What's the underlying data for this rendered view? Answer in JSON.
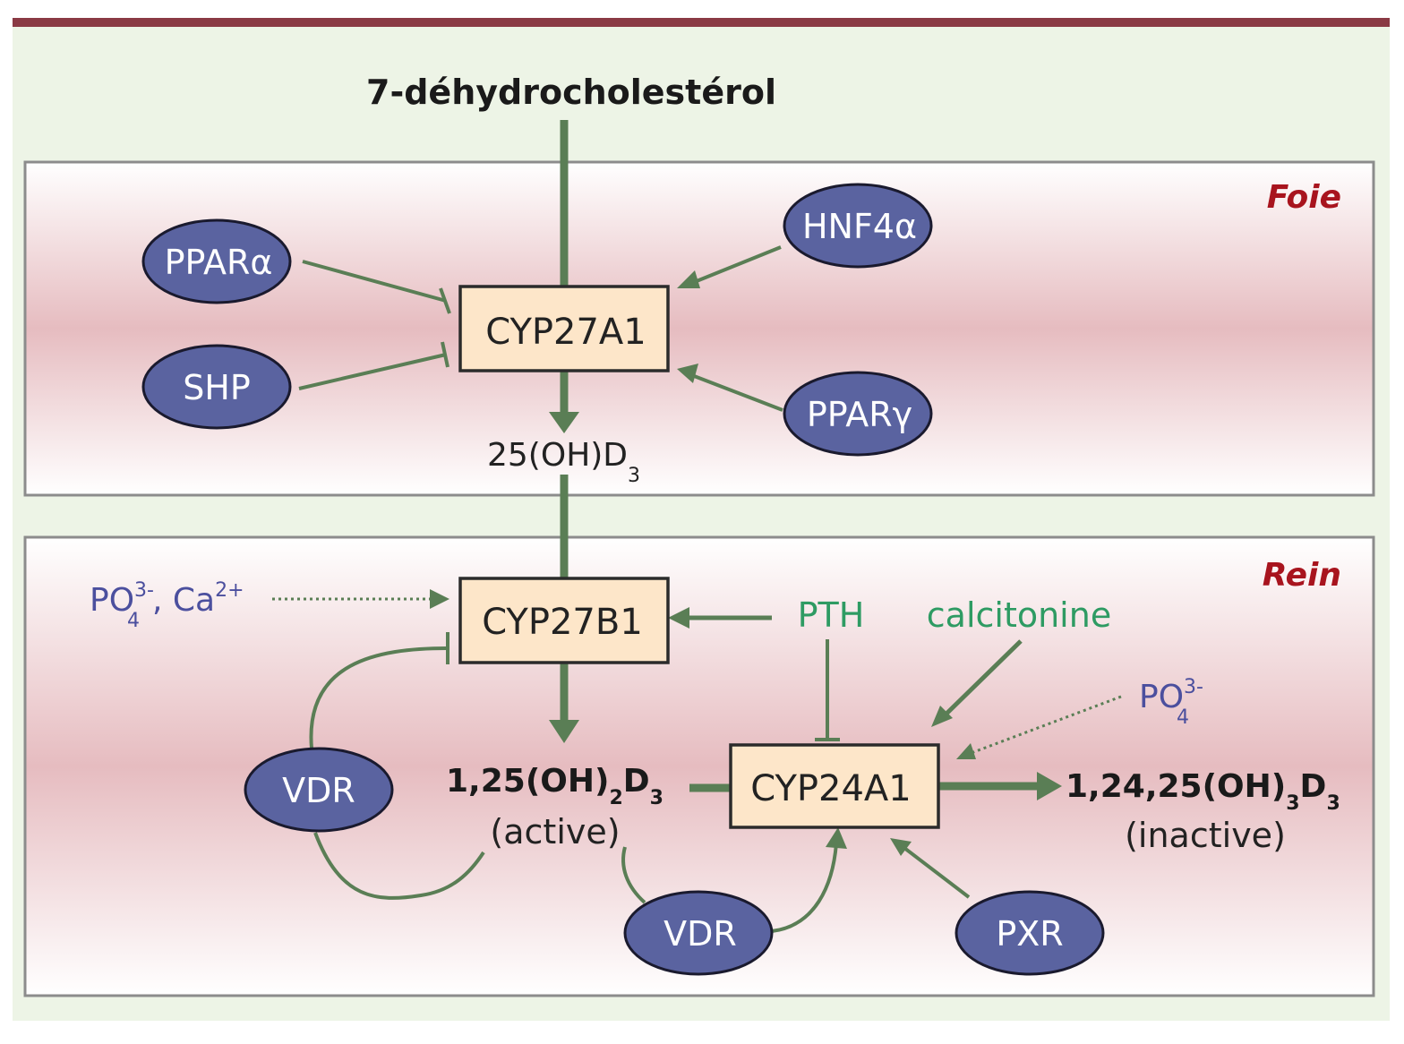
{
  "colors": {
    "background": "#edf4e6",
    "top_bar": "#8a3a44",
    "panel_band": "#e6bcc0",
    "panel_border": "#8c8c8c",
    "pathway": "#5a7e55",
    "regulator_fill": "#5a63a0",
    "regulator_text": "#ffffff",
    "enzyme_fill": "#fde6c9",
    "enzyme_border": "#2b2b2b",
    "region_label": "#a8141e",
    "hormone_text": "#2e9b63",
    "ion_text": "#4b4f9e",
    "metabolite_text": "#222222"
  },
  "precursor": "7-déhydrocholestérol",
  "regions": {
    "liver": "Foie",
    "kidney": "Rein"
  },
  "enzymes": {
    "cyp27a1": "CYP27A1",
    "cyp27b1": "CYP27B1",
    "cyp24a1": "CYP24A1"
  },
  "regulators": {
    "ppar_alpha": "PPARα",
    "shp": "SHP",
    "hnf4_alpha": "HNF4α",
    "ppar_gamma": "PPARγ",
    "vdr_left": "VDR",
    "vdr_bottom": "VDR",
    "pxr": "PXR"
  },
  "metabolites": {
    "m25": {
      "main": "25(OH)D",
      "sub": "3"
    },
    "m125": {
      "main": "1,25(OH)",
      "sub1": "2",
      "mid": "D",
      "sub2": "3",
      "note": "(active)"
    },
    "m12425": {
      "main": "1,24,25(OH)",
      "sub1": "3",
      "mid": "D",
      "sub2": "3",
      "note": "(inactive)"
    }
  },
  "inputs": {
    "phosphate_calcium": {
      "po": "PO",
      "po_sup": "3-",
      "po_sub": "4",
      "sep": ", Ca",
      "ca_sup": "2+"
    },
    "pth": "PTH",
    "calcitonine": "calcitonine",
    "phosphate": {
      "po": "PO",
      "po_sup": "3-",
      "po_sub": "4"
    }
  }
}
